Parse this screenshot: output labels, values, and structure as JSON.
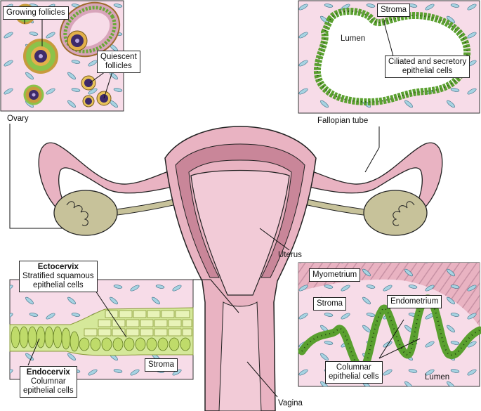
{
  "ovary_panel": {
    "growing_follicles": "Growing follicles",
    "quiescent_follicles_line1": "Quiescent",
    "quiescent_follicles_line2": "follicles"
  },
  "tube_panel": {
    "stroma": "Stroma",
    "lumen": "Lumen",
    "cells_line1": "Ciliated and secretory",
    "cells_line2": "epithelial cells"
  },
  "labels": {
    "ovary": "Ovary",
    "fallopian_tube": "Fallopian tube",
    "uterus": "Uterus",
    "vagina": "Vagina"
  },
  "cervix_panel": {
    "ectocervix_title": "Ectocervix",
    "ectocervix_line1": "Stratified squamous",
    "ectocervix_line2": "epithelial cells",
    "stroma": "Stroma",
    "endocervix_title": "Endocervix",
    "endocervix_line1": "Columnar",
    "endocervix_line2": "epithelial cells"
  },
  "uterus_panel": {
    "myometrium": "Myometrium",
    "stroma": "Stroma",
    "endometrium": "Endometrium",
    "cells_line1": "Columnar",
    "cells_line2": "epithelial cells",
    "lumen": "Lumen"
  },
  "colors": {
    "tissue_pink": "#f6dbe6",
    "uterus_pink": "#e9b3c2",
    "uterus_dark": "#c98699",
    "epithelium_green": "#8ccc4a",
    "ovary_olive": "#c7c29a"
  }
}
